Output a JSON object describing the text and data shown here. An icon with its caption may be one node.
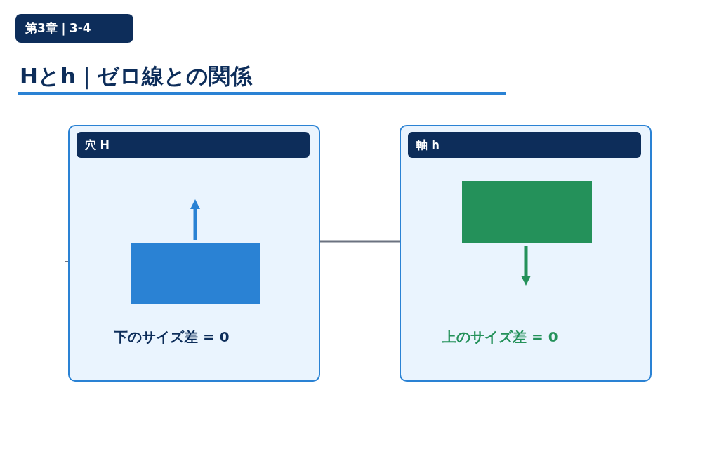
{
  "diagram": {
    "title": "Hとh｜ゼロ線との関係",
    "nodes": [
      {
        "text": [
          "第3章｜3-4"
        ]
      },
      {
        "text": [
          "穴 H",
          "下のサイズ差 = 0"
        ]
      },
      {
        "text": [],
        "shape": "box",
        "in": 1
      },
      {
        "text": [
          "軸 h",
          "上のサイズ差 = 0"
        ]
      },
      {
        "text": [],
        "shape": "box",
        "in": 3
      }
    ],
    "edges": [
      {
        "from": 1,
        "to": 3,
        "arrow": "none"
      }
    ]
  }
}
